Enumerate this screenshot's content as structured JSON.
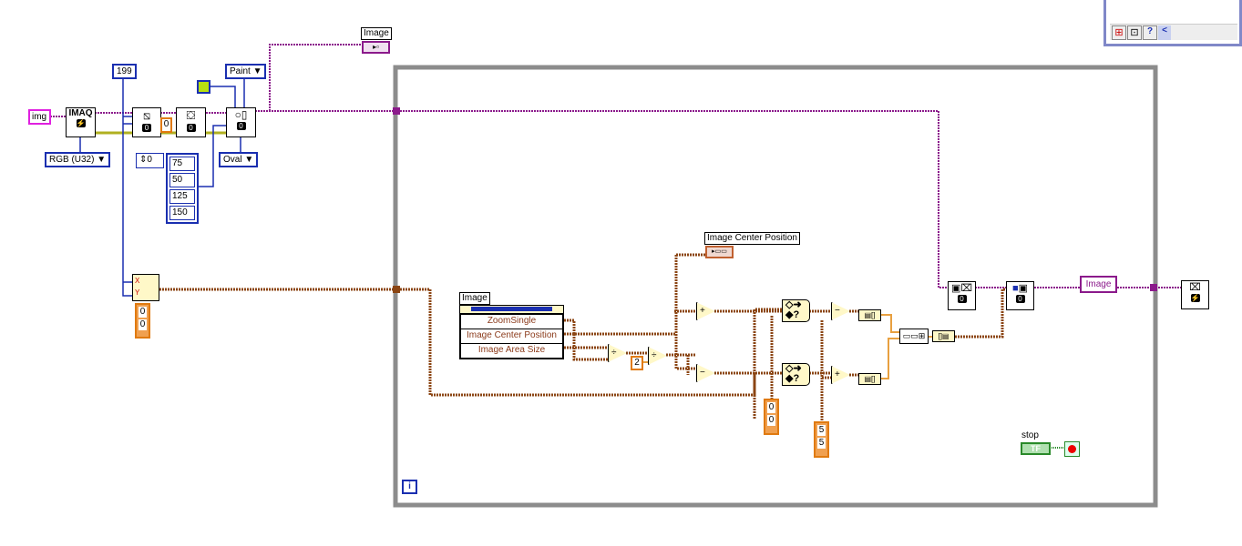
{
  "toolbar": {
    "icons": [
      "connector-pane-icon",
      "lock-icon",
      "help-icon",
      "scroll-left-icon"
    ],
    "help": "?",
    "scroll": "<"
  },
  "constants": {
    "img_name": "img",
    "image_type": "RGB (U32)",
    "size_199": "199",
    "fill_value": "0",
    "paint_mode": "Paint",
    "shape": "Oval",
    "color": "#b8e010",
    "array_index": "0",
    "rect": [
      "75",
      "50",
      "125",
      "150"
    ],
    "cluster_xy": [
      "0",
      "0"
    ],
    "divisor": "2",
    "min_xy": [
      "0",
      "0"
    ],
    "offset_xy": [
      "5",
      "5"
    ]
  },
  "nodes": {
    "create": "IMAQ",
    "bundle_x": "X",
    "bundle_y": "Y",
    "block_label": "0"
  },
  "indicators": {
    "image_top": "Image",
    "image_center": "Image Center Position",
    "image_loop": "Image",
    "stop": "stop",
    "stop_terminal": "TF",
    "iteration": "i"
  },
  "property_node": {
    "label": "Image",
    "rows": [
      "ZoomSingle",
      "Image Center Position",
      "Image Area Size"
    ]
  },
  "colors": {
    "image_wire": "#8b1a8b",
    "cluster_wire": "#8b4513",
    "numeric_wire": "#e07a10",
    "ref_wire": "#1a2fb0",
    "loop_border": "#8c8c8c"
  }
}
